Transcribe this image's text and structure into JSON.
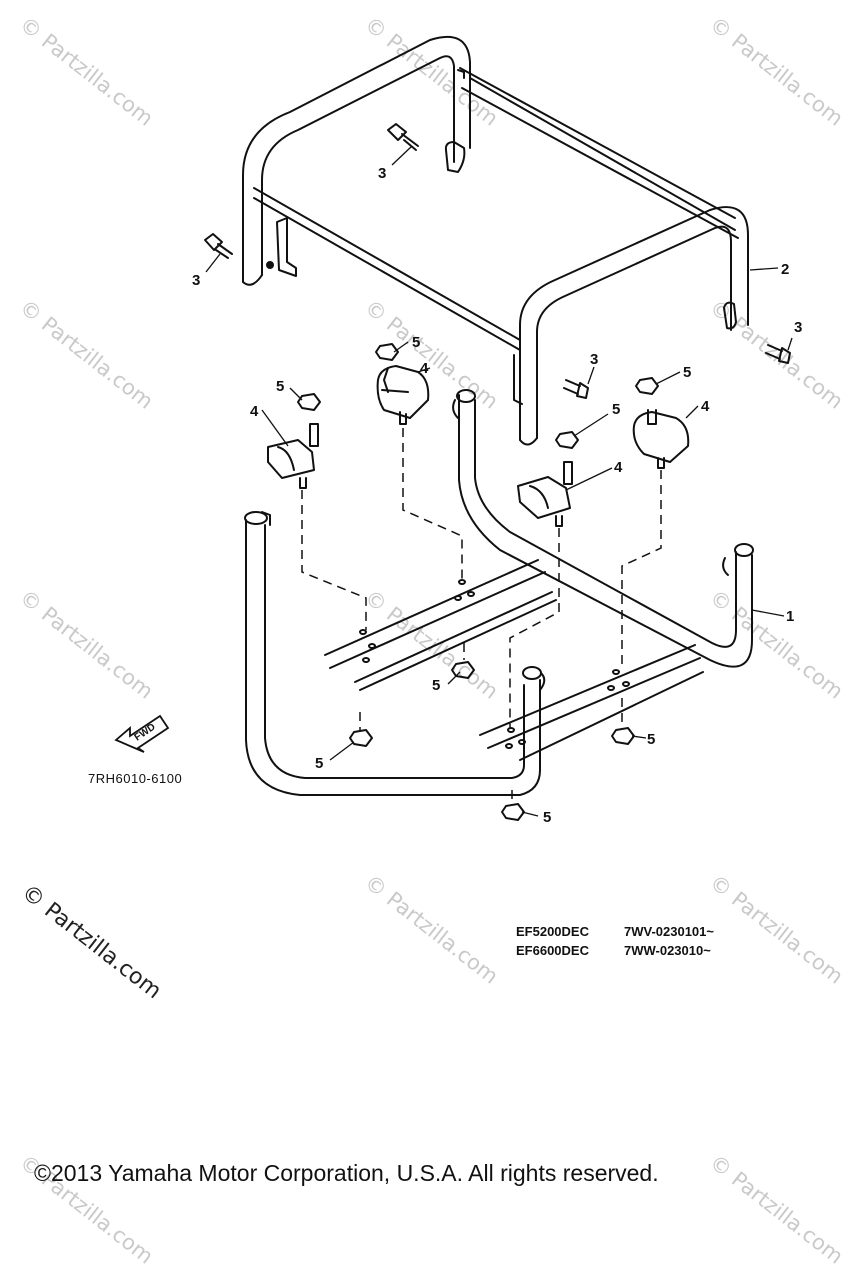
{
  "watermark": "© Partzilla.com",
  "ref_code": "7RH6010-6100",
  "fwd_label": "FWD",
  "callouts": {
    "c1": "1",
    "c2": "2",
    "c3": "3",
    "c4": "4",
    "c5": "5"
  },
  "models": [
    {
      "model": "EF5200DEC",
      "serial": "7WV-0230101~"
    },
    {
      "model": "EF6600DEC",
      "serial": "7WW-023010~"
    }
  ],
  "copyright": "©2013 Yamaha Motor Corporation, U.S.A. All rights reserved."
}
